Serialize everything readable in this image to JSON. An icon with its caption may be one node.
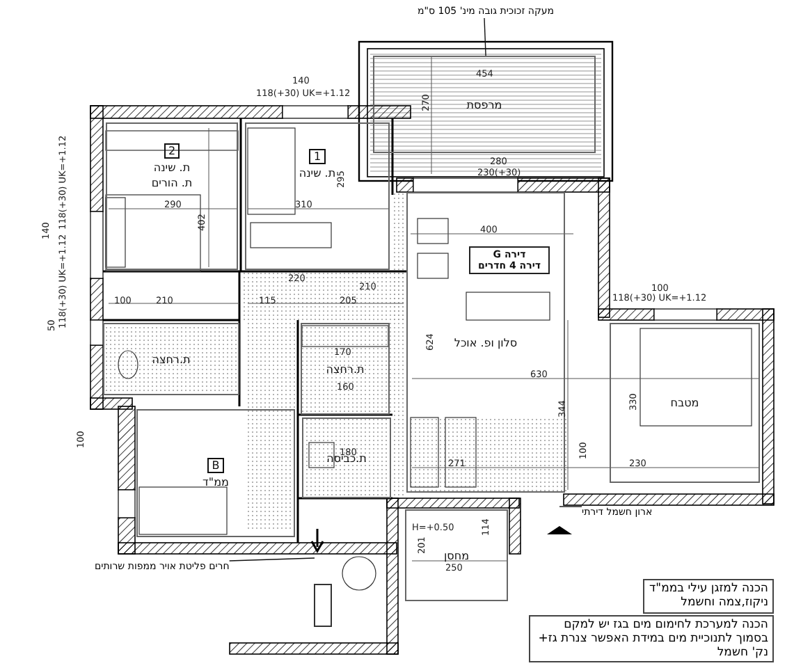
{
  "diagram": {
    "nodes": [
      {
        "text": [
          "מרפסת"
        ]
      },
      {
        "text": [
          "1",
          "ת. שינה"
        ]
      },
      {
        "text": [
          "2",
          "ת. שינה",
          "ת. הורים"
        ]
      },
      {
        "text": [
          "סלון ופ. אוכל"
        ]
      },
      {
        "text": [
          "דירה G",
          "דירה 4 חדרים"
        ],
        "in": 3
      },
      {
        "text": [
          "מטבח"
        ]
      },
      {
        "text": [
          "B",
          "ממ\"ד"
        ]
      },
      {
        "text": [
          "ת.רחצה"
        ]
      },
      {
        "text": [
          "ת.רחצה"
        ]
      },
      {
        "text": [
          "ת.כביסה"
        ]
      },
      {
        "text": [
          "מחסן"
        ]
      },
      {
        "text": [
          "הכנה למזגן עילי בממ\"ד ניקוז,צמה וחשמל"
        ]
      },
      {
        "text": [
          "הכנה למערכת לחימום מים בגז יש למקם בסמוך לתנוכיית מים במידת האפשר צנרת גז+ נק' חשמל"
        ]
      },
      {
        "text": [
          "חרים פליטת אויר ממפות שרותים"
        ]
      },
      {
        "text": [
          "ארון חשמל דירתי"
        ]
      },
      {
        "text": [
          "מעקה זכוכית גובה מינ' 105 ס\"מ"
        ]
      }
    ],
    "edges": [
      {
        "from": 13,
        "to": null,
        "arrow": "none"
      },
      {
        "from": 14,
        "to": null,
        "arrow": "none"
      },
      {
        "from": 15,
        "to": 0,
        "arrow": "none"
      }
    ],
    "labels": [
      "140",
      "118(+30) UK=+1.12",
      "140",
      "118(+30) UK=+1.12",
      "50",
      "118(+30) UK=+1.12",
      "100",
      "100",
      "118(+30) UK=+1.12",
      "290",
      "402",
      "310",
      "295",
      "220",
      "210",
      "100",
      "210",
      "115",
      "205",
      "454",
      "270",
      "280",
      "230(+30)",
      "400",
      "624",
      "630",
      "344",
      "330",
      "271",
      "230",
      "100",
      "H=+0.50",
      "201",
      "250",
      "114",
      "170",
      "160",
      "180"
    ]
  }
}
